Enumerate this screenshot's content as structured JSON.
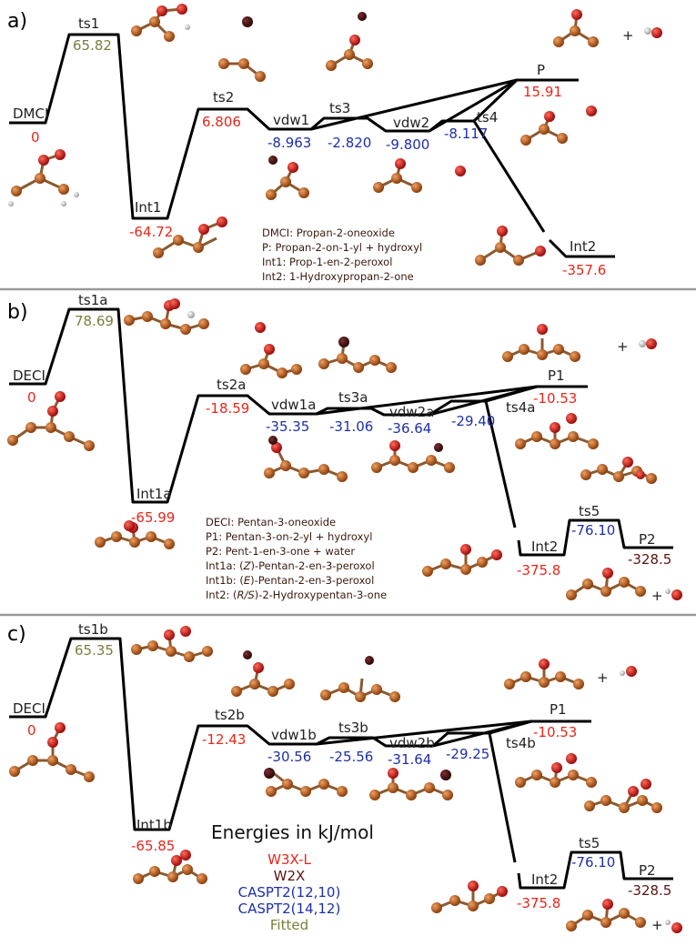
{
  "colors": {
    "w3xl": "#e8261b",
    "w2x": "#5a1410",
    "caspt2": "#1f2fa8",
    "fitted": "#7d7d3c",
    "line": "#000000",
    "separator": "#999999"
  },
  "panels": {
    "a": {
      "tag": "a)",
      "states": {
        "reactant": {
          "name": "DMCI",
          "value": "0"
        },
        "ts1": {
          "name": "ts1",
          "value": "65.82"
        },
        "int1": {
          "name": "Int1",
          "value": "-64.72"
        },
        "ts2": {
          "name": "ts2",
          "value": "6.806"
        },
        "vdw1": {
          "name": "vdw1",
          "value": "-8.963"
        },
        "ts3": {
          "name": "ts3",
          "value": "-2.820"
        },
        "vdw2": {
          "name": "vdw2",
          "value": "-9.800"
        },
        "ts4": {
          "name": "ts4",
          "value": "-8.117"
        },
        "p": {
          "name": "P",
          "value": "15.91"
        },
        "int2": {
          "name": "Int2",
          "value": "-357.6"
        }
      },
      "plus": "+",
      "legend": [
        "DMCI: Propan-2-oneoxide",
        "P: Propan-2-on-1-yl + hydroxyl",
        "Int1: Prop-1-en-2-peroxol",
        "Int2: 1-Hydroxypropan-2-one"
      ]
    },
    "b": {
      "tag": "b)",
      "states": {
        "reactant": {
          "name": "DECI",
          "value": "0"
        },
        "ts1": {
          "name": "ts1a",
          "value": "78.69"
        },
        "int1": {
          "name": "Int1a",
          "value": "-65.99"
        },
        "ts2": {
          "name": "ts2a",
          "value": "-18.59"
        },
        "vdw1": {
          "name": "vdw1a",
          "value": "-35.35"
        },
        "ts3": {
          "name": "ts3a",
          "value": "-31.06"
        },
        "vdw2": {
          "name": "vdw2a",
          "value": "-36.64"
        },
        "ts4": {
          "name": "ts4a",
          "value": "-29.40"
        },
        "p1": {
          "name": "P1",
          "value": "-10.53"
        },
        "int2": {
          "name": "Int2",
          "value": "-375.8"
        },
        "ts5": {
          "name": "ts5",
          "value": "-76.10"
        },
        "p2": {
          "name": "P2",
          "value": "-328.5"
        }
      },
      "plus1": "+",
      "plus2": "+",
      "legend": [
        {
          "pre": "DECI: Pentan-3-oneoxide",
          "it": "",
          "post": ""
        },
        {
          "pre": "P1: Pentan-3-on-2-yl + hydroxyl",
          "it": "",
          "post": ""
        },
        {
          "pre": "P2: Pent-1-en-3-one + water",
          "it": "",
          "post": ""
        },
        {
          "pre": "Int1a: (",
          "it": "Z",
          "post": ")-Pentan-2-en-3-peroxol"
        },
        {
          "pre": "Int1b: (",
          "it": "E",
          "post": ")-Pentan-2-en-3-peroxol"
        },
        {
          "pre": "Int2: (",
          "it": "R/S",
          "post": ")-2-Hydroxypentan-3-one"
        }
      ]
    },
    "c": {
      "tag": "c)",
      "states": {
        "reactant": {
          "name": "DECI",
          "value": "0"
        },
        "ts1": {
          "name": "ts1b",
          "value": "65.35"
        },
        "int1": {
          "name": "Int1b",
          "value": "-65.85"
        },
        "ts2": {
          "name": "ts2b",
          "value": "-12.43"
        },
        "vdw1": {
          "name": "vdw1b",
          "value": "-30.56"
        },
        "ts3": {
          "name": "ts3b",
          "value": "-25.56"
        },
        "vdw2": {
          "name": "vdw2b",
          "value": "-31.64"
        },
        "ts4": {
          "name": "ts4b",
          "value": "-29.25"
        },
        "p1": {
          "name": "P1",
          "value": "-10.53"
        },
        "int2": {
          "name": "Int2",
          "value": "-375.8"
        },
        "ts5": {
          "name": "ts5",
          "value": "-76.10"
        },
        "p2": {
          "name": "P2",
          "value": "-328.5"
        }
      },
      "plus1": "+",
      "plus2": "+",
      "legend": {
        "title": "Energies in kJ/mol",
        "w3xl": "W3X-L",
        "w2x": "W2X",
        "caspt2a": "CASPT2(12,10)",
        "caspt2b": "CASPT2(14,12)",
        "fitted": "Fitted"
      }
    }
  }
}
